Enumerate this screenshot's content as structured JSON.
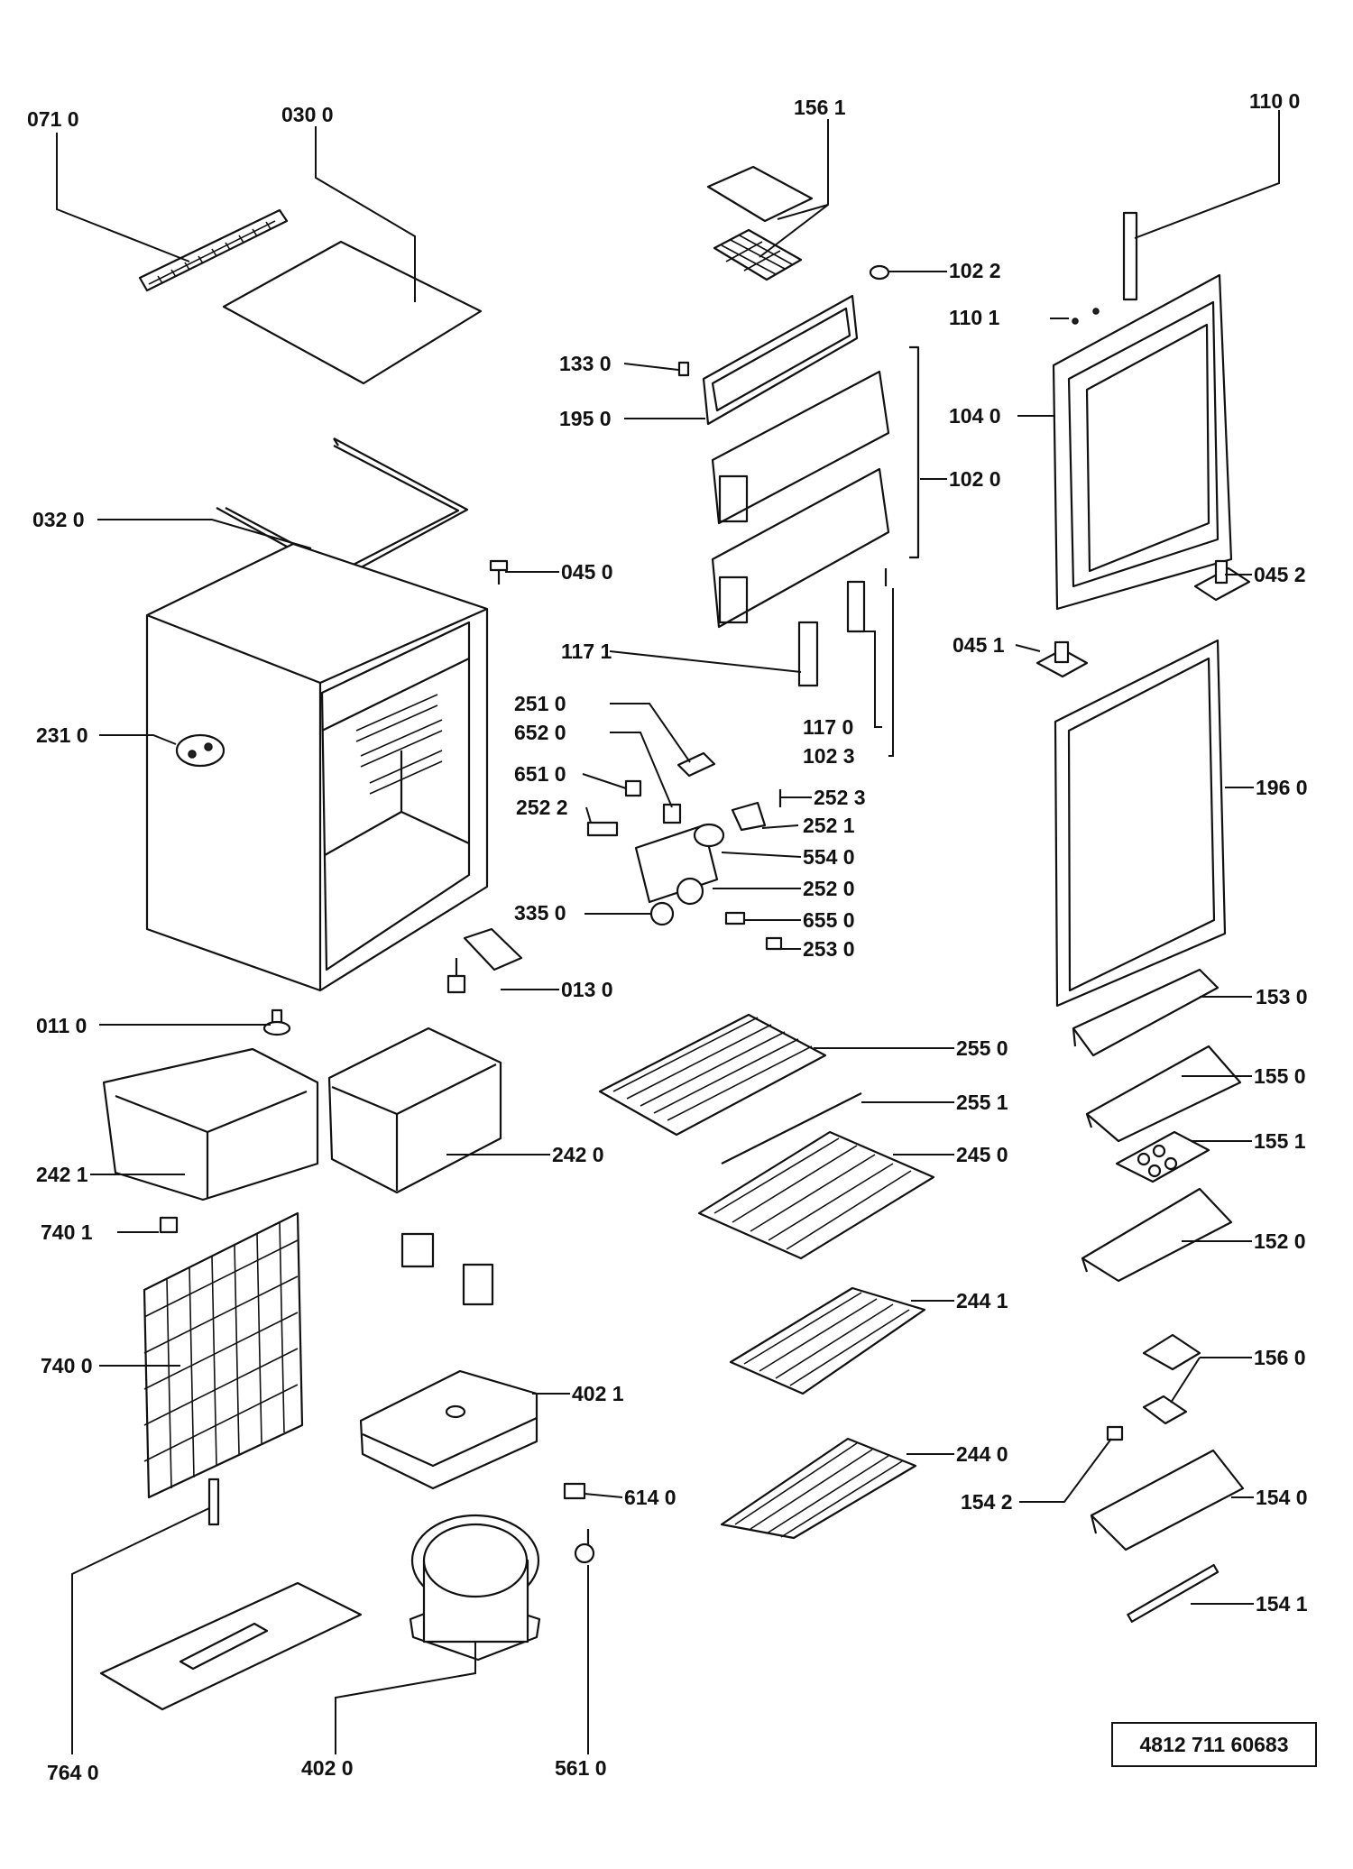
{
  "labels": {
    "p071_0": "071 0",
    "p030_0": "030  0",
    "p156_1": "156  1",
    "p110_0": "110 0",
    "p102_2": "102 2",
    "p110_1": "110  1",
    "p133_0": "133  0",
    "p195_0": "195  0",
    "p104_0": "104  0",
    "p102_0": "102  0",
    "p032_0": "032 0",
    "p045_0": "045  0",
    "p045_2": "045 2",
    "p117_1": "117  1",
    "p045_1": "045  1",
    "p231_0": "231 0",
    "p251_0": "251  0",
    "p117_0": "117  0",
    "p102_3": "102  3",
    "p652_0": "652  0",
    "p651_0": "651  0",
    "p252_3": "252  3",
    "p196_0": "196 0",
    "p252_2": "252  2",
    "p252_1": "252  1",
    "p554_0": "554  0",
    "p252_0": "252  0",
    "p335_0": "335  0",
    "p655_0": "655  0",
    "p253_0": "253  0",
    "p013_0": "013 0",
    "p153_0": "153 0",
    "p011_0": "011  0",
    "p255_0": "255  0",
    "p155_0": "155  0",
    "p255_1": "255  1",
    "p245_0": "245  0",
    "p155_1": "155  1",
    "p242_1": "242 1",
    "p242_0": "242  0",
    "p740_1": "740  1",
    "p152_0": "152  0",
    "p244_1": "244  1",
    "p740_0": "740 0",
    "p156_0": "156  0",
    "p402_1": "402  1",
    "p244_0": "244  0",
    "p154_2": "154 2",
    "p614_0": "614  0",
    "p154_0": "154  0",
    "p154_1": "154  1",
    "p764_0": "764 0",
    "p402_0": "402  0",
    "p561_0": "561  0"
  },
  "document_number": "4812  711  60683"
}
